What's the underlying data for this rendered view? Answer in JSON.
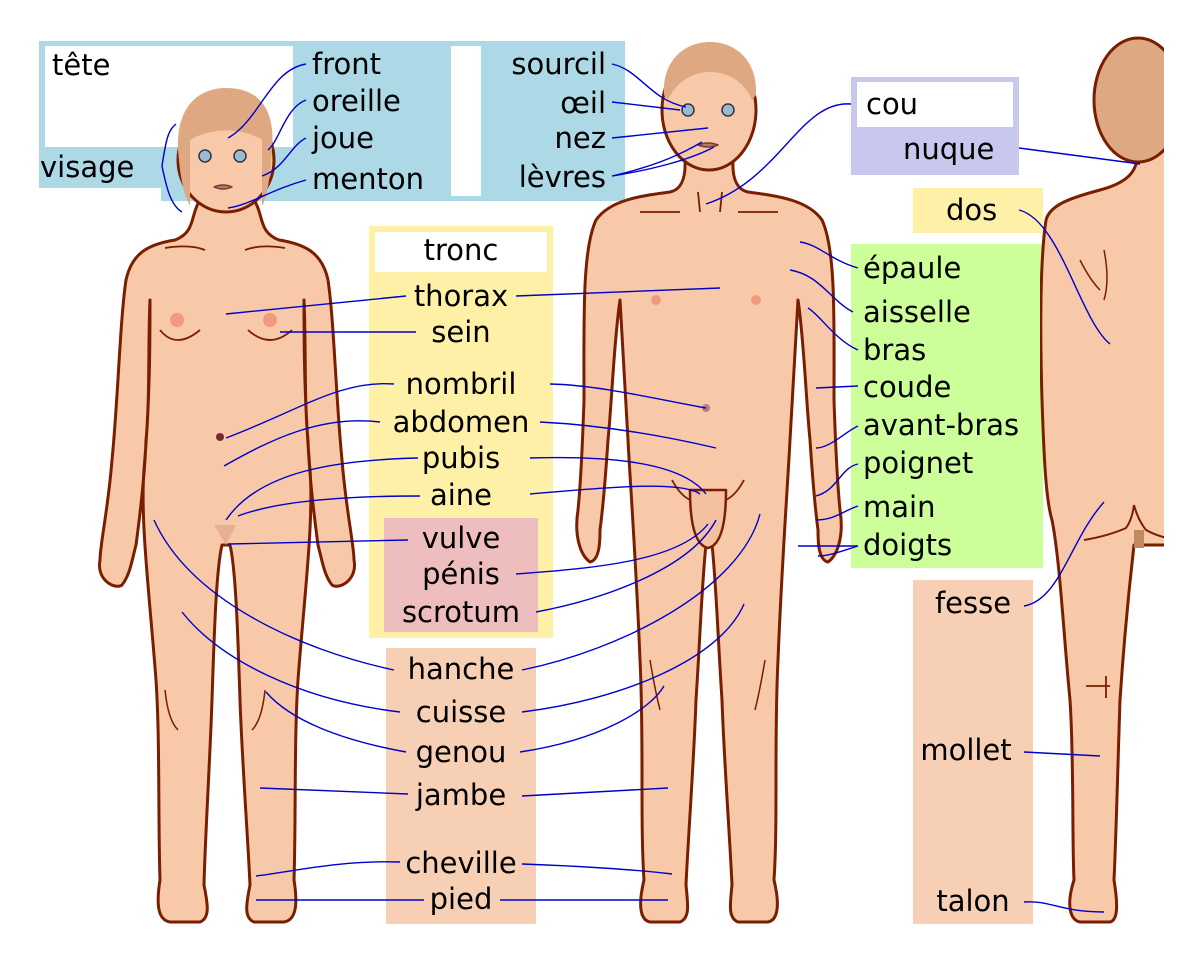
{
  "head": {
    "title": "tête",
    "face": "visage",
    "items_left": [
      "front",
      "oreille",
      "joue",
      "menton"
    ],
    "items_right": [
      "sourcil",
      "œil",
      "nez",
      "lèvres"
    ]
  },
  "neck": {
    "title": "cou",
    "nape": "nuque"
  },
  "back": {
    "label": "dos"
  },
  "trunk": {
    "title": "tronc",
    "items": [
      "thorax",
      "sein",
      "nombril",
      "abdomen",
      "pubis",
      "aine"
    ]
  },
  "genitals": {
    "items": [
      "vulve",
      "pénis",
      "scrotum"
    ]
  },
  "arm": {
    "items": [
      "épaule",
      "aisselle",
      "bras",
      "coude",
      "avant-bras",
      "poignet",
      "main",
      "doigts"
    ]
  },
  "leg": {
    "items": [
      "hanche",
      "cuisse",
      "genou",
      "jambe",
      "cheville",
      "pied"
    ]
  },
  "leg_back": {
    "items": [
      "fesse",
      "mollet",
      "talon"
    ]
  },
  "colors": {
    "head": "#add8e6",
    "neck": "#c8c8ee",
    "trunk": "#fff0a8",
    "genitals": "#eebebe",
    "arm": "#ccff99",
    "leg": "#f6cfb5",
    "skin": "#f7c9a8",
    "outline": "#7a1e00",
    "hair": "#dea882",
    "leader": "#0000cc"
  }
}
